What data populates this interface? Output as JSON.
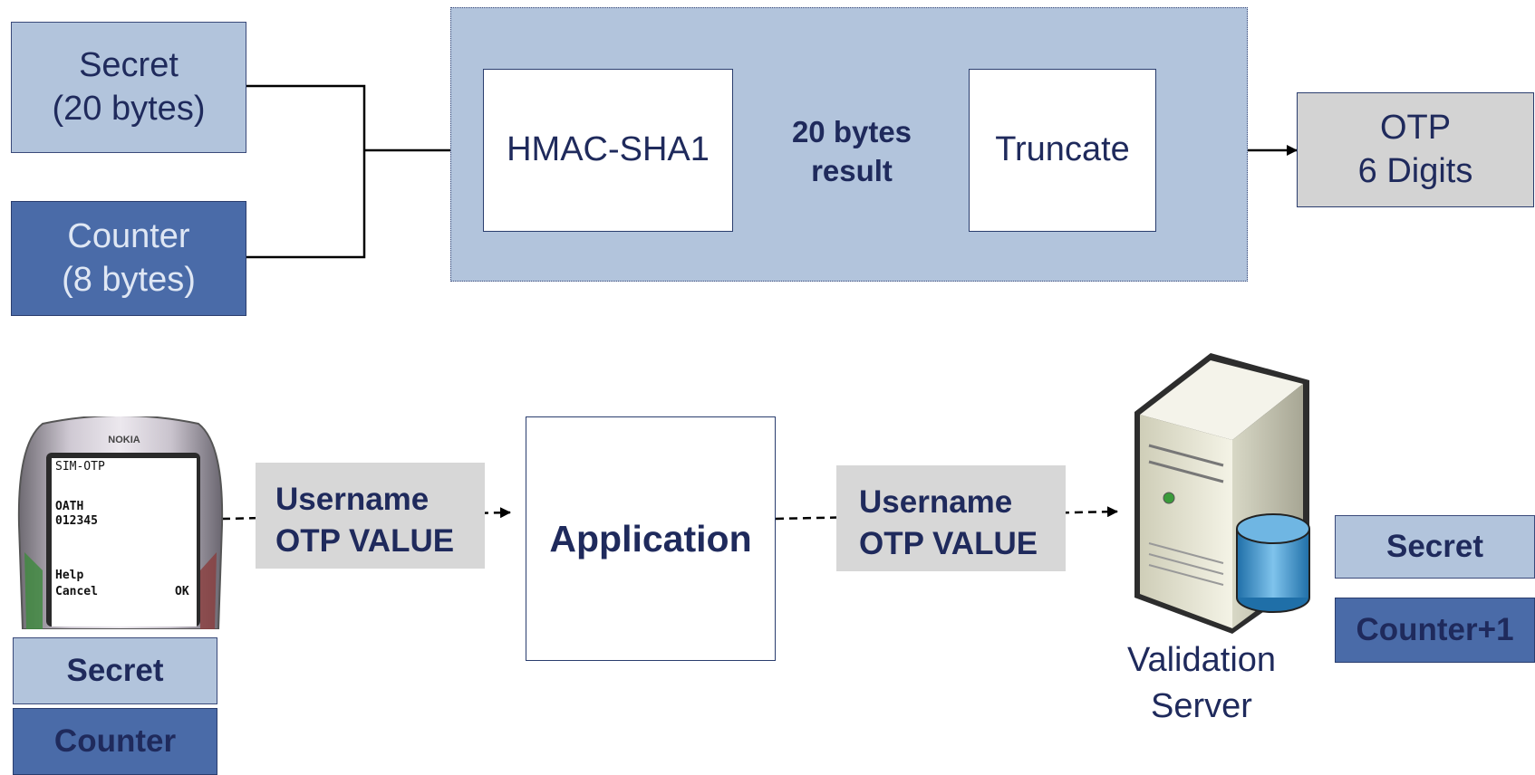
{
  "inputs": {
    "secret": "Secret\n(20 bytes)",
    "counter": "Counter\n(8 bytes)"
  },
  "pipeline": {
    "hmac": "HMAC-SHA1",
    "result_label": "20 bytes\nresult",
    "truncate": "Truncate",
    "otp": "OTP\n6 Digits"
  },
  "phone": {
    "brand": "NOKIA",
    "screen": {
      "title": "SIM-OTP",
      "line1": "OATH",
      "line2": "012345",
      "help": "Help",
      "cancel": "Cancel",
      "ok": "OK"
    },
    "secret": "Secret",
    "counter": "Counter"
  },
  "flow": {
    "msg1": "Username\nOTP VALUE",
    "application": "Application",
    "msg2": "Username\nOTP VALUE",
    "server_label": "Validation\nServer",
    "server_secret": "Secret",
    "server_counter": "Counter+1"
  },
  "colors": {
    "light_blue": "#b2c4dc",
    "dark_blue": "#4a6ba8",
    "text_navy": "#1f2a5c",
    "gray": "#d3d3d3"
  }
}
